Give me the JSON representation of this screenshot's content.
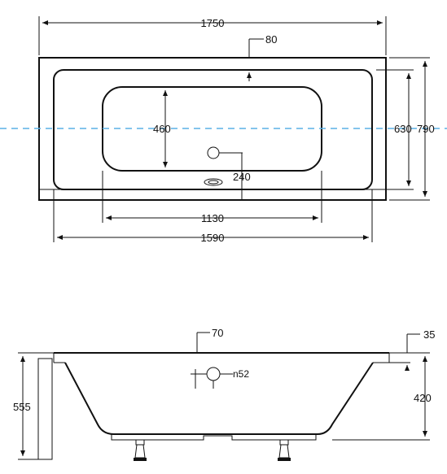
{
  "top_view": {
    "dim_total_length": "1750",
    "dim_rim": "80",
    "dim_inner_width": "460",
    "dim_inner_length": "1130",
    "dim_outer_length": "1590",
    "dim_drain_offset": "240",
    "dim_inner_depth": "630",
    "dim_total_width": "790"
  },
  "side_view": {
    "dim_rim_thickness": "70",
    "dim_edge": "35",
    "dim_drain_diameter": "n52",
    "dim_inner_height": "420",
    "dim_total_height": "555"
  }
}
